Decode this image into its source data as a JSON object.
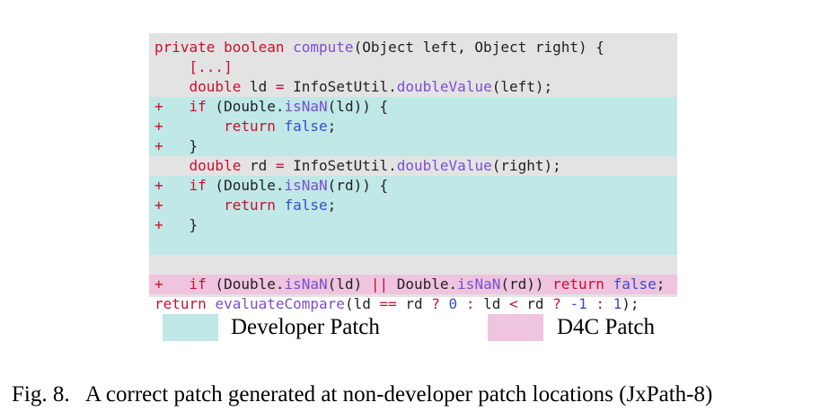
{
  "figure": {
    "code_lines": [
      {
        "marker": "",
        "kind": "normal",
        "tokens": [
          {
            "t": "private boolean ",
            "c": "kw"
          },
          {
            "t": "compute",
            "c": "fn"
          },
          {
            "t": "(Object left, Object right) {",
            "c": ""
          }
        ]
      },
      {
        "marker": "",
        "kind": "normal",
        "tokens": [
          {
            "t": "    [...]",
            "c": "kw"
          }
        ]
      },
      {
        "marker": "",
        "kind": "normal",
        "tokens": [
          {
            "t": "    double ",
            "c": "kw"
          },
          {
            "t": "ld ",
            "c": ""
          },
          {
            "t": "=",
            "c": "op"
          },
          {
            "t": " InfoSetUtil.",
            "c": ""
          },
          {
            "t": "doubleValue",
            "c": "fn"
          },
          {
            "t": "(left);",
            "c": ""
          }
        ]
      },
      {
        "marker": "+",
        "kind": "dev",
        "tokens": [
          {
            "t": "    if",
            "c": "kw"
          },
          {
            "t": " (Double.",
            "c": ""
          },
          {
            "t": "isNaN",
            "c": "fn"
          },
          {
            "t": "(ld)) {",
            "c": ""
          }
        ]
      },
      {
        "marker": "+",
        "kind": "dev",
        "tokens": [
          {
            "t": "        return ",
            "c": "kw"
          },
          {
            "t": "false",
            "c": "lit"
          },
          {
            "t": ";",
            "c": ""
          }
        ]
      },
      {
        "marker": "+",
        "kind": "dev",
        "tokens": [
          {
            "t": "    }",
            "c": ""
          }
        ]
      },
      {
        "marker": "",
        "kind": "normal",
        "tokens": [
          {
            "t": "    double ",
            "c": "kw"
          },
          {
            "t": "rd ",
            "c": ""
          },
          {
            "t": "=",
            "c": "op"
          },
          {
            "t": " InfoSetUtil.",
            "c": ""
          },
          {
            "t": "doubleValue",
            "c": "fn"
          },
          {
            "t": "(right);",
            "c": ""
          }
        ]
      },
      {
        "marker": "+",
        "kind": "dev",
        "tokens": [
          {
            "t": "    if",
            "c": "kw"
          },
          {
            "t": " (Double.",
            "c": ""
          },
          {
            "t": "isNaN",
            "c": "fn"
          },
          {
            "t": "(rd)) {",
            "c": ""
          }
        ]
      },
      {
        "marker": "+",
        "kind": "dev",
        "tokens": [
          {
            "t": "        return ",
            "c": "kw"
          },
          {
            "t": "false",
            "c": "lit"
          },
          {
            "t": ";",
            "c": ""
          }
        ]
      },
      {
        "marker": "+",
        "kind": "dev",
        "tokens": [
          {
            "t": "    }",
            "c": ""
          }
        ]
      },
      {
        "marker": "",
        "kind": "dev",
        "tokens": []
      },
      {
        "marker": "",
        "kind": "normal",
        "tokens": []
      },
      {
        "marker": "+",
        "kind": "d4c",
        "tokens": [
          {
            "t": "    if",
            "c": "kw"
          },
          {
            "t": " (Double.",
            "c": ""
          },
          {
            "t": "isNaN",
            "c": "fn"
          },
          {
            "t": "(ld) ",
            "c": ""
          },
          {
            "t": "||",
            "c": "op"
          },
          {
            "t": " Double.",
            "c": ""
          },
          {
            "t": "isNaN",
            "c": "fn"
          },
          {
            "t": "(rd)) ",
            "c": ""
          },
          {
            "t": "return ",
            "c": "kw"
          },
          {
            "t": "false",
            "c": "lit"
          },
          {
            "t": ";",
            "c": ""
          }
        ]
      },
      {
        "marker": "",
        "kind": "normal",
        "tokens": [
          {
            "t": "return ",
            "c": "kw"
          },
          {
            "t": "evaluateCompare",
            "c": "fn"
          },
          {
            "t": "(ld ",
            "c": ""
          },
          {
            "t": "==",
            "c": "op"
          },
          {
            "t": " rd ",
            "c": ""
          },
          {
            "t": "?",
            "c": "op"
          },
          {
            "t": " ",
            "c": ""
          },
          {
            "t": "0",
            "c": "lit"
          },
          {
            "t": " ",
            "c": ""
          },
          {
            "t": ":",
            "c": "op"
          },
          {
            "t": " ld ",
            "c": ""
          },
          {
            "t": "<",
            "c": "op"
          },
          {
            "t": " rd ",
            "c": ""
          },
          {
            "t": "?",
            "c": "op"
          },
          {
            "t": " ",
            "c": ""
          },
          {
            "t": "-1",
            "c": "lit"
          },
          {
            "t": " ",
            "c": ""
          },
          {
            "t": ":",
            "c": "op"
          },
          {
            "t": " ",
            "c": ""
          },
          {
            "t": "1",
            "c": "lit"
          },
          {
            "t": ");",
            "c": ""
          }
        ]
      }
    ],
    "legend": {
      "developer_patch": {
        "label": "Developer Patch",
        "color": "#bfe8e6"
      },
      "d4c_patch": {
        "label": "D4C Patch",
        "color": "#eec4df"
      }
    },
    "caption": "Fig. 8.   A correct patch generated at non-developer patch locations (JxPath-8)"
  },
  "colors": {
    "panel_bg": "#e3e3e3",
    "keyword": "#c8102e",
    "function": "#7a4fd0",
    "literal": "#3a4ec7"
  }
}
